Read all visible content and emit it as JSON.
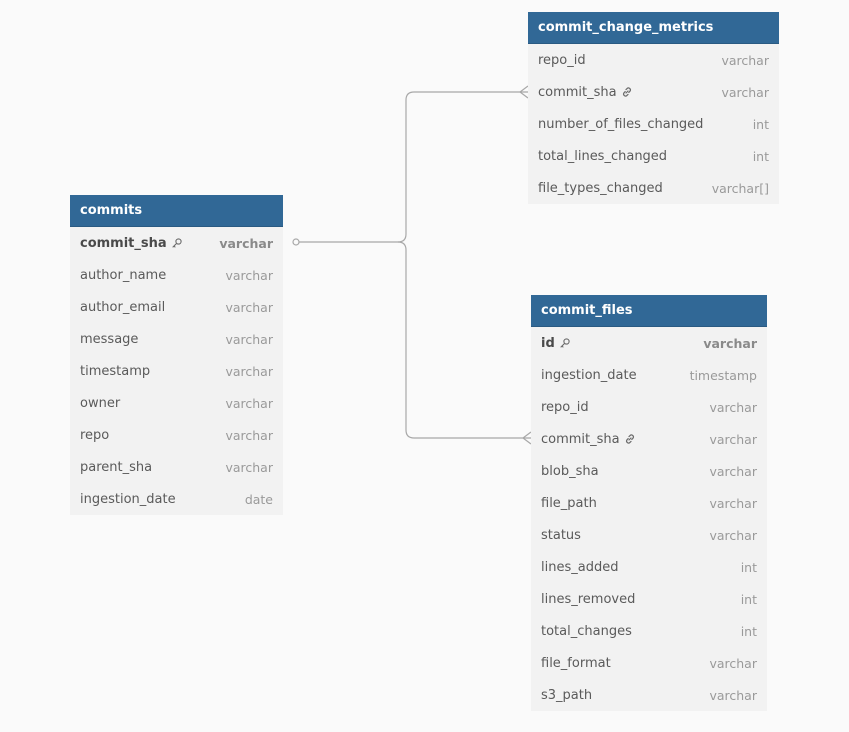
{
  "tables": {
    "commit_change_metrics": {
      "title": "commit_change_metrics",
      "columns": [
        {
          "name": "repo_id",
          "type": "varchar"
        },
        {
          "name": "commit_sha",
          "type": "varchar"
        },
        {
          "name": "number_of_files_changed",
          "type": "int"
        },
        {
          "name": "total_lines_changed",
          "type": "int"
        },
        {
          "name": "file_types_changed",
          "type": "varchar[]"
        }
      ]
    },
    "commits": {
      "title": "commits",
      "columns": [
        {
          "name": "commit_sha",
          "type": "varchar"
        },
        {
          "name": "author_name",
          "type": "varchar"
        },
        {
          "name": "author_email",
          "type": "varchar"
        },
        {
          "name": "message",
          "type": "varchar"
        },
        {
          "name": "timestamp",
          "type": "varchar"
        },
        {
          "name": "owner",
          "type": "varchar"
        },
        {
          "name": "repo",
          "type": "varchar"
        },
        {
          "name": "parent_sha",
          "type": "varchar"
        },
        {
          "name": "ingestion_date",
          "type": "date"
        }
      ]
    },
    "commit_files": {
      "title": "commit_files",
      "columns": [
        {
          "name": "id",
          "type": "varchar"
        },
        {
          "name": "ingestion_date",
          "type": "timestamp"
        },
        {
          "name": "repo_id",
          "type": "varchar"
        },
        {
          "name": "commit_sha",
          "type": "varchar"
        },
        {
          "name": "blob_sha",
          "type": "varchar"
        },
        {
          "name": "file_path",
          "type": "varchar"
        },
        {
          "name": "status",
          "type": "varchar"
        },
        {
          "name": "lines_added",
          "type": "int"
        },
        {
          "name": "lines_removed",
          "type": "int"
        },
        {
          "name": "total_changes",
          "type": "int"
        },
        {
          "name": "file_format",
          "type": "varchar"
        },
        {
          "name": "s3_path",
          "type": "varchar"
        }
      ]
    }
  },
  "relationships": [
    {
      "from": "commits.commit_sha",
      "to": "commit_change_metrics.commit_sha",
      "from_end": "one",
      "to_end": "many"
    },
    {
      "from": "commits.commit_sha",
      "to": "commit_files.commit_sha",
      "from_end": "one",
      "to_end": "many"
    }
  ],
  "colors": {
    "header": "#316896",
    "table_body": "#f2f2f2",
    "background": "#fafafa",
    "edge": "#a8a8a8"
  }
}
